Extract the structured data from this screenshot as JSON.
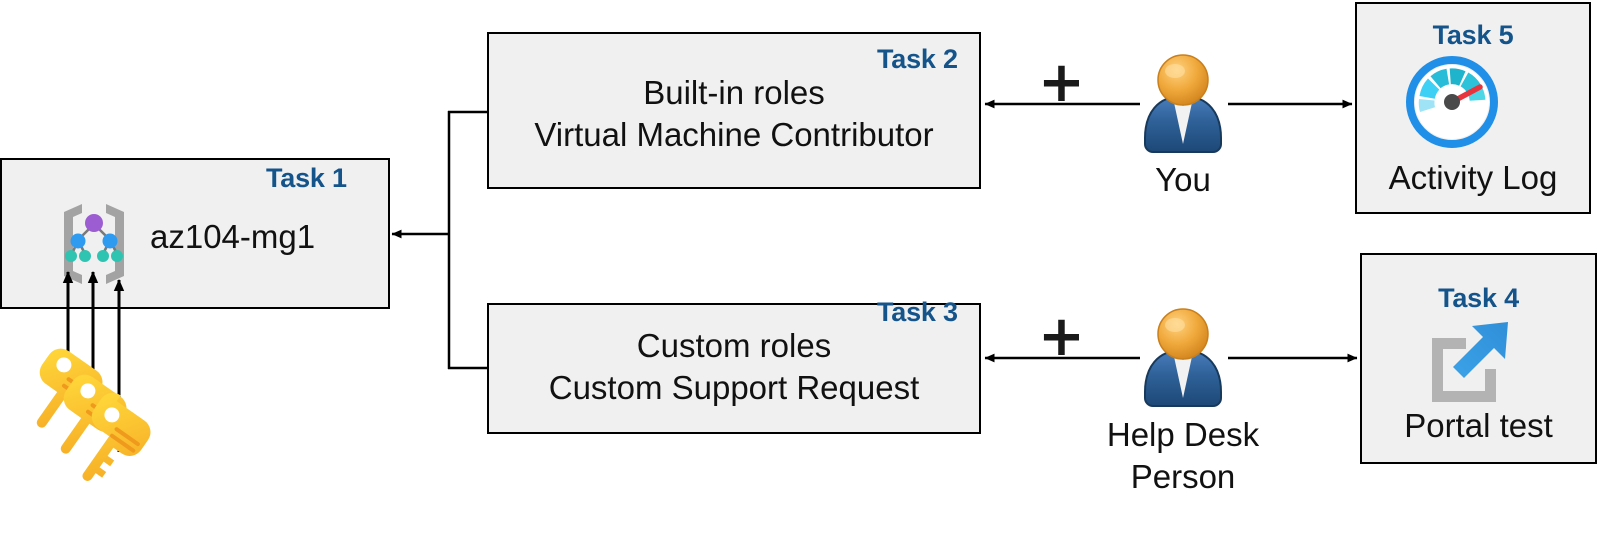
{
  "diagram": {
    "title": "Azure AZ-104 RBAC lab task diagram",
    "accent_color": "#14548a",
    "box_fill": "#f0f0f0",
    "box_border": "#000000",
    "connector_color": "#000000"
  },
  "tasks": {
    "task1": {
      "tag": "Task 1",
      "label": "az104-mg1",
      "icon": "management-group-icon"
    },
    "task2": {
      "tag": "Task 2",
      "line1": "Built-in roles",
      "line2": "Virtual Machine Contributor"
    },
    "task3": {
      "tag": "Task 3",
      "line1": "Custom roles",
      "line2": "Custom Support Request"
    },
    "task4": {
      "tag": "Task 4",
      "label": "Portal test",
      "icon": "external-link-icon"
    },
    "task5": {
      "tag": "Task 5",
      "label": "Activity Log",
      "icon": "gauge-icon"
    }
  },
  "actors": {
    "you": {
      "label": "You",
      "icon": "user-person-icon",
      "plus": "+"
    },
    "helpdesk": {
      "label_line1": "Help Desk",
      "label_line2": "Person",
      "icon": "user-person-icon",
      "plus": "+"
    }
  },
  "assets": {
    "keys": {
      "icon": "keys-icon",
      "count": 3
    }
  }
}
